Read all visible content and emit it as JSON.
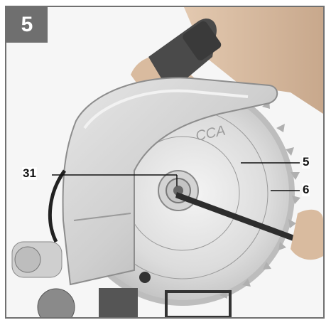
{
  "figure": {
    "number": "5",
    "callouts": {
      "blade_screw": "31",
      "saw_blade": "5",
      "blade_guard": "6"
    },
    "logo_text": "CCA"
  },
  "colors": {
    "badge_bg": "#6f6f6f",
    "border": "#707070",
    "guard": "#d8d8d8",
    "handle": "#4a4a4a"
  }
}
